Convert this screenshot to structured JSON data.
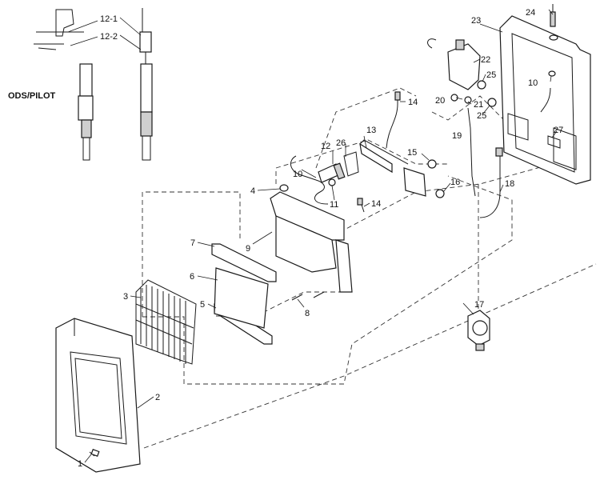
{
  "title": "ODS/PILOT",
  "labels": {
    "l1": "1",
    "l2": "2",
    "l3": "3",
    "l4": "4",
    "l5": "5",
    "l6": "6",
    "l7": "7",
    "l8": "8",
    "l9": "9",
    "l10a": "10",
    "l10b": "10",
    "l11": "11",
    "l12": "12",
    "l12_1": "12-1",
    "l12_2": "12-2",
    "l13": "13",
    "l14a": "14",
    "l14b": "14",
    "l15": "15",
    "l16": "16",
    "l17": "17",
    "l18": "18",
    "l19": "19",
    "l20": "20",
    "l21": "21",
    "l22": "22",
    "l23": "23",
    "l24": "24",
    "l25a": "25",
    "l25b": "25",
    "l26": "26",
    "l27": "27"
  }
}
